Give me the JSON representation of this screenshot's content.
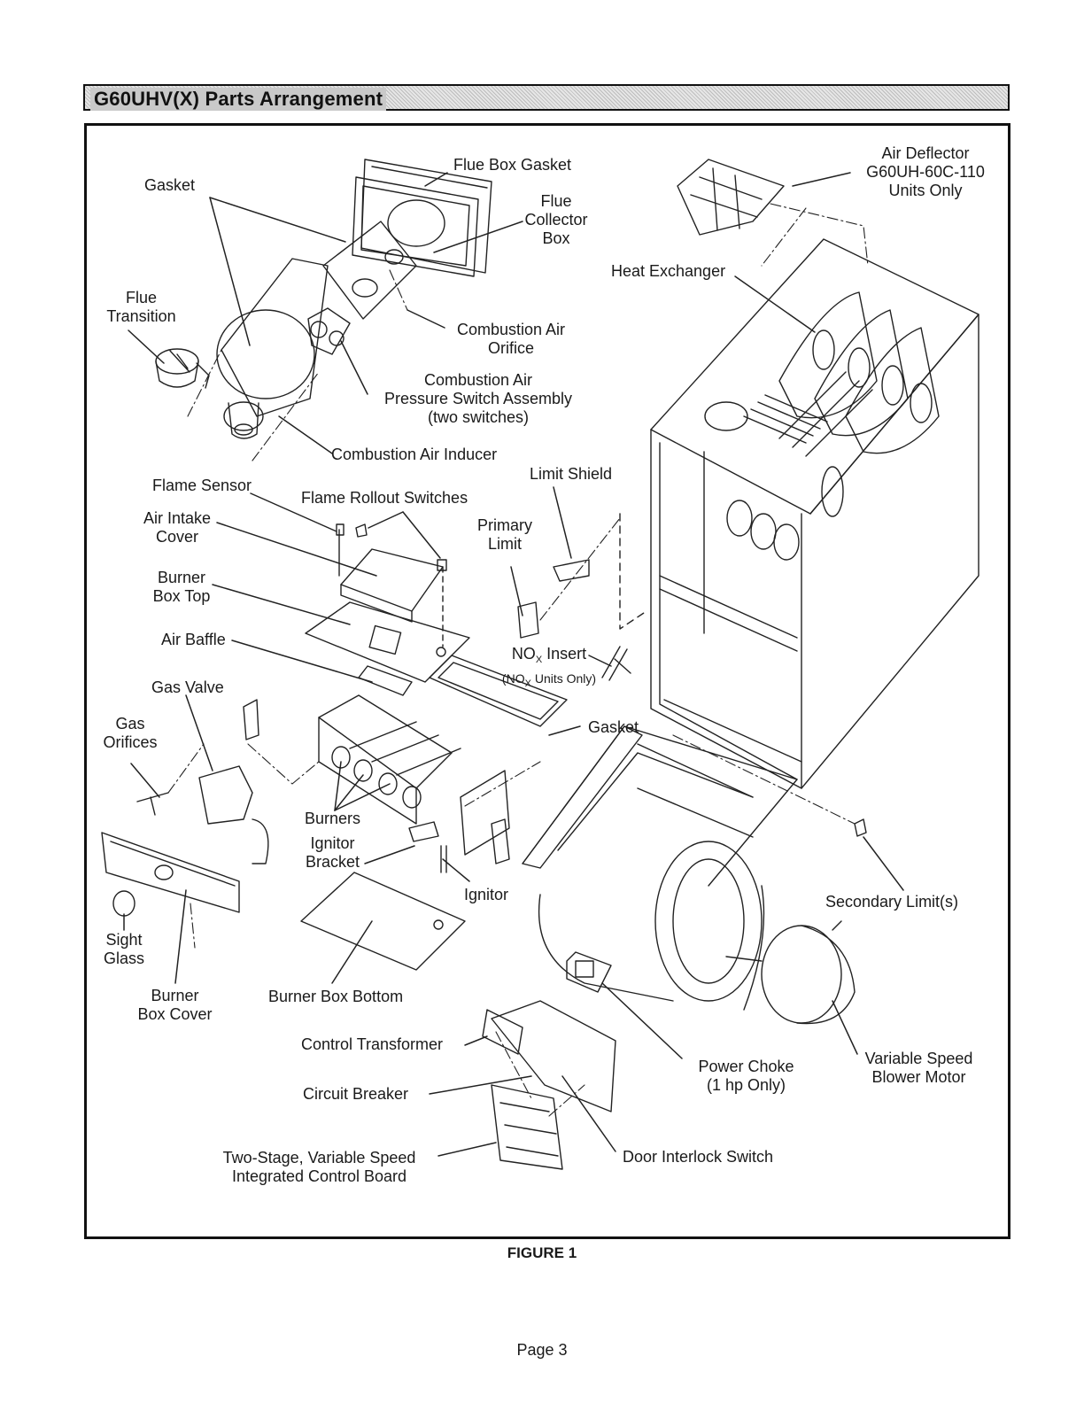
{
  "header": {
    "title": "G60UHV(X) Parts Arrangement"
  },
  "labels": {
    "flue_box_gasket": "Flue Box Gasket",
    "gasket_top": "Gasket",
    "flue_collector_box": [
      "Flue",
      "Collector",
      "Box"
    ],
    "air_deflector": [
      "Air Deflector",
      "G60UH-60C-110",
      "Units Only"
    ],
    "heat_exchanger": "Heat Exchanger",
    "flue_transition": [
      "Flue",
      "Transition"
    ],
    "combustion_air_orifice": [
      "Combustion Air",
      "Orifice"
    ],
    "pressure_switch": [
      "Combustion Air",
      "Pressure Switch Assembly",
      "(two switches)"
    ],
    "combustion_air_inducer": "Combustion Air Inducer",
    "limit_shield": "Limit Shield",
    "flame_sensor": "Flame Sensor",
    "flame_rollout_switches": "Flame Rollout Switches",
    "air_intake_cover": [
      "Air Intake",
      "Cover"
    ],
    "primary_limit": [
      "Primary",
      "Limit"
    ],
    "burner_box_top": [
      "Burner",
      "Box Top"
    ],
    "air_baffle": "Air Baffle",
    "nox_insert": {
      "main": "NO",
      "sub": "X",
      "rest": " Insert",
      "note_pre": "(NO",
      "note_sub": "X",
      "note_post": " Units Only)"
    },
    "gas_valve": "Gas Valve",
    "gas_orifices": [
      "Gas",
      "Orifices"
    ],
    "gasket_mid": "Gasket",
    "burners": "Burners",
    "ignitor_bracket": [
      "Ignitor",
      "Bracket"
    ],
    "ignitor": "Ignitor",
    "secondary_limits": "Secondary Limit(s)",
    "sight_glass": [
      "Sight",
      "Glass"
    ],
    "burner_box_cover": [
      "Burner",
      "Box Cover"
    ],
    "burner_box_bottom": "Burner Box Bottom",
    "control_transformer": "Control Transformer",
    "power_choke": [
      "Power Choke",
      "(1 hp Only)"
    ],
    "variable_speed_motor": [
      "Variable Speed",
      "Blower Motor"
    ],
    "circuit_breaker": "Circuit Breaker",
    "control_board": [
      "Two-Stage, Variable Speed",
      "Integrated Control Board"
    ],
    "door_interlock": "Door Interlock Switch"
  },
  "footer": {
    "figure": "FIGURE 1",
    "page": "Page 3"
  }
}
